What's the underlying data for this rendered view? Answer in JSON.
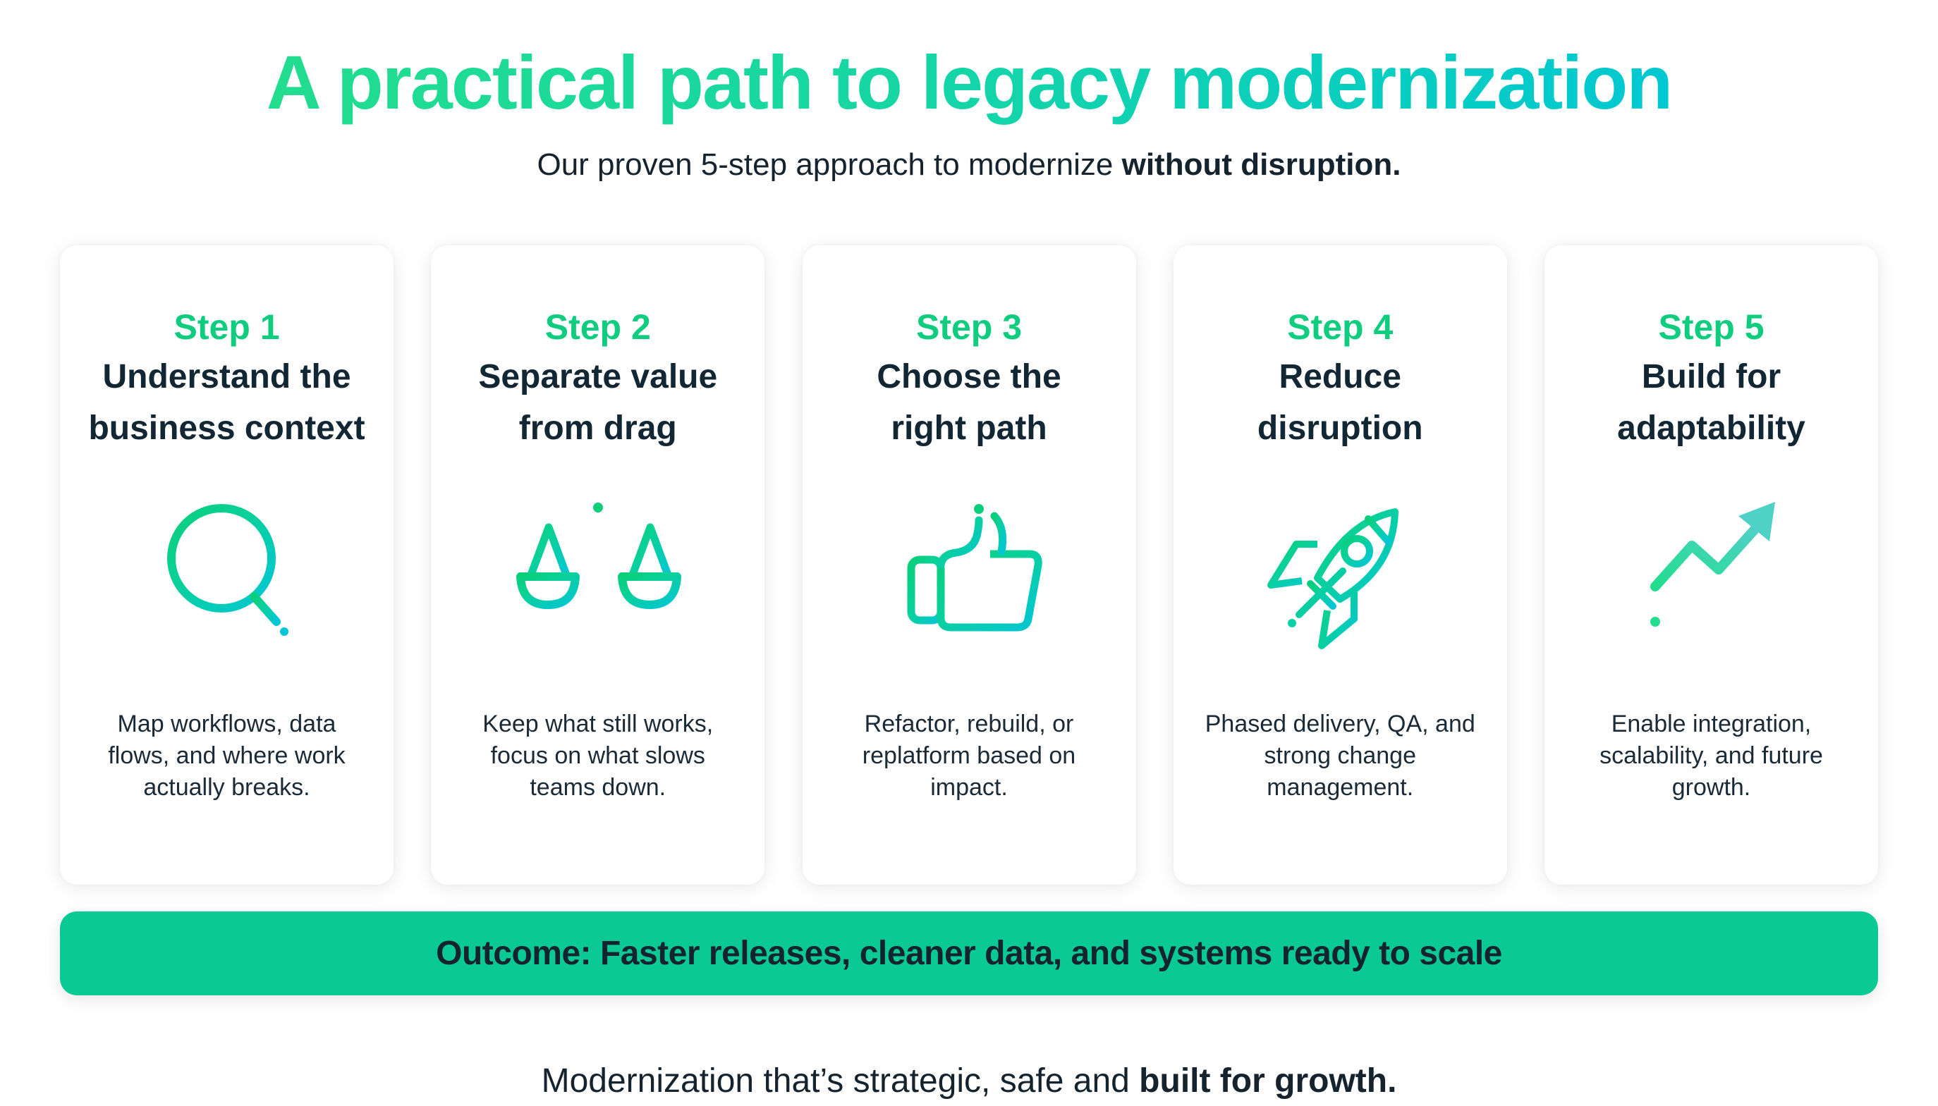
{
  "header": {
    "title": "A practical path to legacy modernization",
    "subtitle_regular": "Our proven 5-step approach to modernize ",
    "subtitle_bold": "without disruption."
  },
  "colors": {
    "gradient_start": "#22DD8E",
    "gradient_end": "#00C8D2",
    "step_label": "#0FCC7F",
    "heading_text": "#122634",
    "body_text": "#1A2A36",
    "outcome_bg": "#0BC994",
    "card_bg": "#FFFFFF"
  },
  "steps": [
    {
      "label": "Step 1",
      "heading_line1": "Understand the",
      "heading_line2": "business context",
      "icon": "magnifier-icon",
      "desc_line1": "Map workflows, data",
      "desc_line2": "flows, and where work",
      "desc_line3": "actually breaks."
    },
    {
      "label": "Step 2",
      "heading_line1": "Separate value",
      "heading_line2": "from drag",
      "icon": "balance-scale-icon",
      "desc_line1": "Keep what still works,",
      "desc_line2": "focus on what slows",
      "desc_line3": "teams down."
    },
    {
      "label": "Step 3",
      "heading_line1": "Choose the",
      "heading_line2": "right path",
      "icon": "thumbs-up-icon",
      "desc_line1": "Refactor, rebuild, or",
      "desc_line2": "replatform based on",
      "desc_line3": "impact."
    },
    {
      "label": "Step 4",
      "heading_line1": "Reduce",
      "heading_line2": "disruption",
      "icon": "rocket-icon",
      "desc_line1": "Phased delivery, QA, and",
      "desc_line2": "strong change",
      "desc_line3": "management."
    },
    {
      "label": "Step 5",
      "heading_line1": "Build for",
      "heading_line2": "adaptability",
      "icon": "growth-chart-icon",
      "desc_line1": "Enable integration,",
      "desc_line2": "scalability, and future",
      "desc_line3": "growth."
    }
  ],
  "outcome": {
    "text": "Outcome: Faster releases, cleaner data, and systems ready to scale"
  },
  "footer": {
    "text_regular": "Modernization that’s strategic, safe and ",
    "text_bold": "built for growth."
  }
}
